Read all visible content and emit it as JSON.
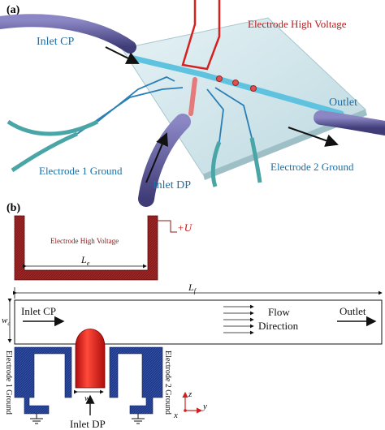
{
  "panel_a": {
    "tag": "(a)",
    "labels": {
      "inlet_cp": "Inlet CP",
      "electrode_hv": "Electrode High Voltage",
      "outlet": "Outlet",
      "electrode_1_ground": "Electrode 1 Ground",
      "inlet_dp": "Inlet DP",
      "electrode_2_ground": "Electrode 2 Ground"
    },
    "colors": {
      "chip": "#cfe6ec",
      "channel": "#5fc3df",
      "tubing": "#6a67a8",
      "ground_tubing": "#4aa6a6",
      "hv_wire": "#d62020",
      "label_blue": "#1a6fa8",
      "label_red": "#c01818"
    }
  },
  "panel_b": {
    "tag": "(b)",
    "labels": {
      "electrode_hv": "Electrode High Voltage",
      "voltage": "+U",
      "le": "L",
      "le_sub": "e",
      "lf": "L",
      "lf_sub": "f",
      "wc": "w",
      "wc_sub": "c",
      "wd": "w",
      "wd_sub": "d",
      "inlet_cp": "Inlet CP",
      "flow": "Flow",
      "direction": "Direction",
      "outlet": "Outlet",
      "electrode_1_ground": "Electrode 1 Ground",
      "electrode_2_ground": "Electrode 2 Ground",
      "inlet_dp": "Inlet DP",
      "axis_z": "z",
      "axis_y": "y",
      "axis_x": "x"
    },
    "colors": {
      "hv_electrode": "#8b1a1a",
      "ground_electrode": "#1f3a8a",
      "droplet": "#e01515",
      "axis": "#d02020"
    }
  }
}
